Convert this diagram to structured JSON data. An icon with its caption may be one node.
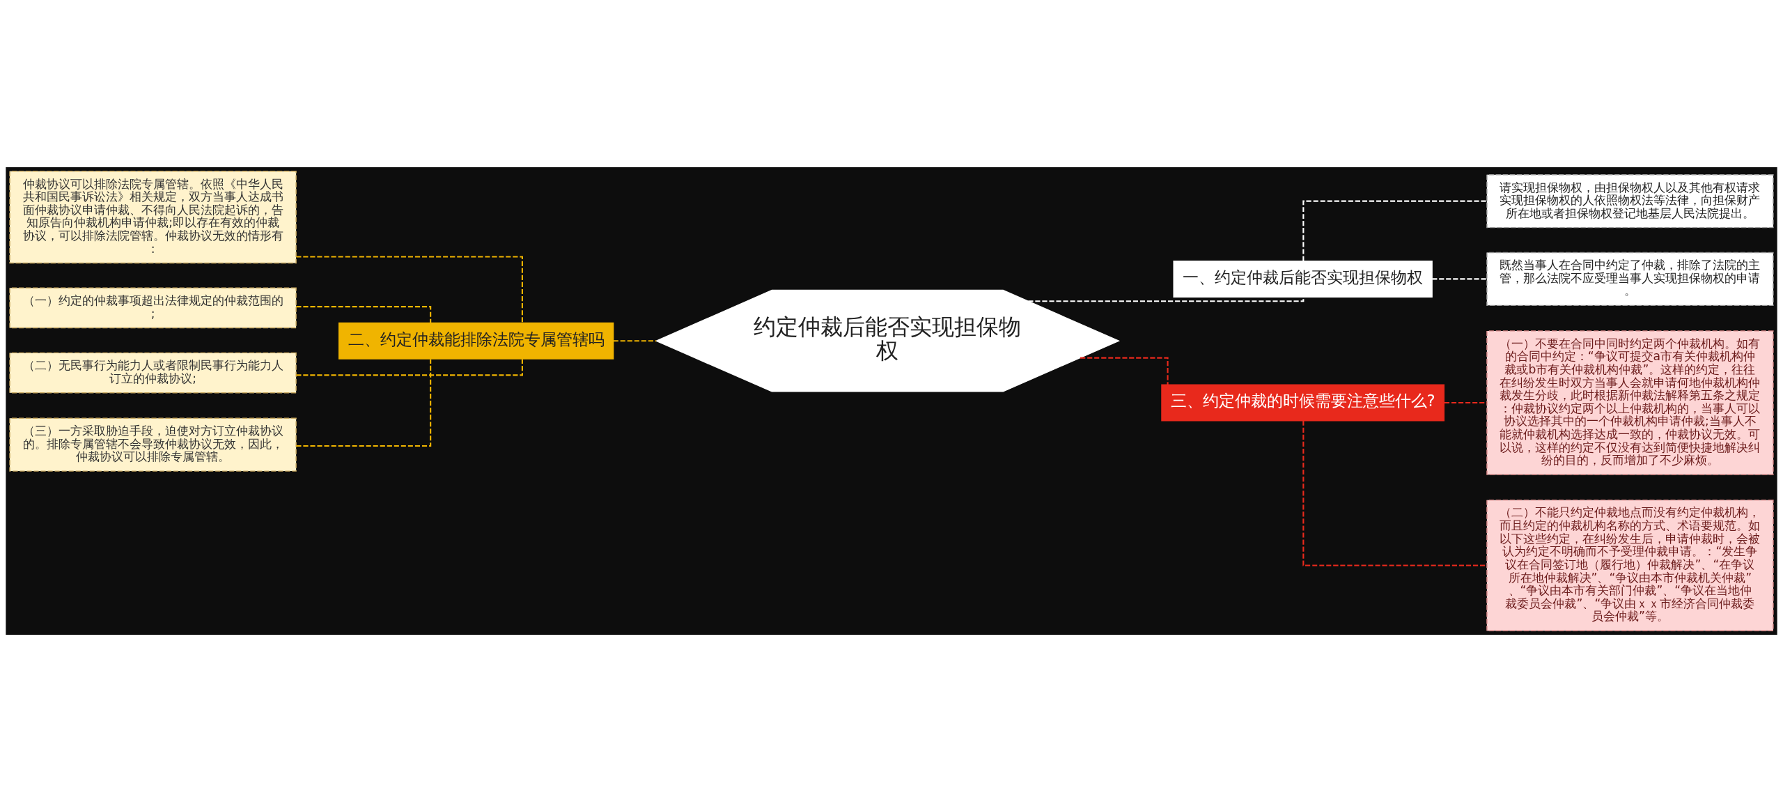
{
  "diagram": {
    "nodes": [
      {
        "text": [
          "约定仲裁后能否实现担保物权"
        ]
      },
      {
        "text": [
          "一、约定仲裁后能否实现担保物权"
        ]
      },
      {
        "text": [
          "请实现担保物权，由担保物权人以及其他有权请求实现担保物权的人依照物权法等法律，向担保财产所在地或者担保物权登记地基层人民法院提出。"
        ]
      },
      {
        "text": [
          "既然当事人在合同中约定了仲裁，排除了法院的主管，那么法院不应受理当事人实现担保物权的申请。"
        ]
      },
      {
        "text": [
          "二、约定仲裁能排除法院专属管辖吗"
        ]
      },
      {
        "text": [
          "仲裁协议可以排除法院专属管辖。依照《中华人民共和国民事诉讼法》相关规定，双方当事人达成书面仲裁协议申请仲裁、不得向人民法院起诉的，告知原告向仲裁机构申请仲裁;即以存在有效的仲裁协议，可以排除法院管辖。仲裁协议无效的情形有:"
        ]
      },
      {
        "text": [
          "（一）约定的仲裁事项超出法律规定的仲裁范围的;"
        ]
      },
      {
        "text": [
          "（二）无民事行为能力人或者限制民事行为能力人订立的仲裁协议;"
        ]
      },
      {
        "text": [
          "（三）一方采取胁迫手段，迫使对方订立仲裁协议的。排除专属管辖不会导致仲裁协议无效，因此，仲裁协议可以排除专属管辖。"
        ]
      },
      {
        "text": [
          "三、约定仲裁的时候需要注意些什么?"
        ]
      },
      {
        "text": [
          "（一）不要在合同中同时约定两个仲裁机构。如有的合同中约定：“争议可提交a市有关仲裁机构仲裁或b市有关仲裁机构仲裁”。这样的约定，往往在纠纷发生时双方当事人会就申请何地仲裁机构仲裁发生分歧，此时根据新仲裁法解释第五条之规定：仲裁协议约定两个以上仲裁机构的，当事人可以协议选择其中的一个仲裁机构申请仲裁;当事人不能就仲裁机构选择达成一致的，仲裁协议无效。可以说，这样的约定不仅没有达到简便快捷地解决纠纷的目的，反而增加了不少麻烦。"
        ]
      },
      {
        "text": [
          "（二）不能只约定仲裁地点而没有约定仲裁机构，而且约定的仲裁机构名称的方式、术语要规范。如以下这些约定，在纠纷发生后，申请仲裁时，会被认为约定不明确而不予受理仲裁申请。：“发生争议在合同签订地（履行地）仲裁解决”、“在争议所在地仲裁解决”、“争议由本市仲裁机关仲裁”、“争议由本市有关部门仲裁”、“争议在当地仲裁委员会仲裁”、“争议由ｘｘ市经济合同仲裁委员会仲裁”等。"
        ]
      }
    ],
    "edges": [
      {
        "from": 0,
        "to": 1,
        "arrow": "none",
        "style": "dashed",
        "color": "#ffffff"
      },
      {
        "from": 1,
        "to": 2,
        "arrow": "none",
        "style": "dashed",
        "color": "#ffffff"
      },
      {
        "from": 1,
        "to": 3,
        "arrow": "none",
        "style": "dashed",
        "color": "#ffffff"
      },
      {
        "from": 0,
        "to": 4,
        "arrow": "none",
        "style": "dashed",
        "color": "#f0b400"
      },
      {
        "from": 4,
        "to": 5,
        "arrow": "none",
        "style": "dashed",
        "color": "#f0b400"
      },
      {
        "from": 4,
        "to": 6,
        "arrow": "none",
        "style": "dashed",
        "color": "#f0b400"
      },
      {
        "from": 4,
        "to": 7,
        "arrow": "none",
        "style": "dashed",
        "color": "#f0b400"
      },
      {
        "from": 4,
        "to": 8,
        "arrow": "none",
        "style": "dashed",
        "color": "#f0b400"
      },
      {
        "from": 0,
        "to": 9,
        "arrow": "none",
        "style": "dashed",
        "color": "#e8291c"
      },
      {
        "from": 9,
        "to": 10,
        "arrow": "none",
        "style": "dashed",
        "color": "#e8291c"
      },
      {
        "from": 9,
        "to": 11,
        "arrow": "none",
        "style": "dashed",
        "color": "#e8291c"
      }
    ]
  }
}
